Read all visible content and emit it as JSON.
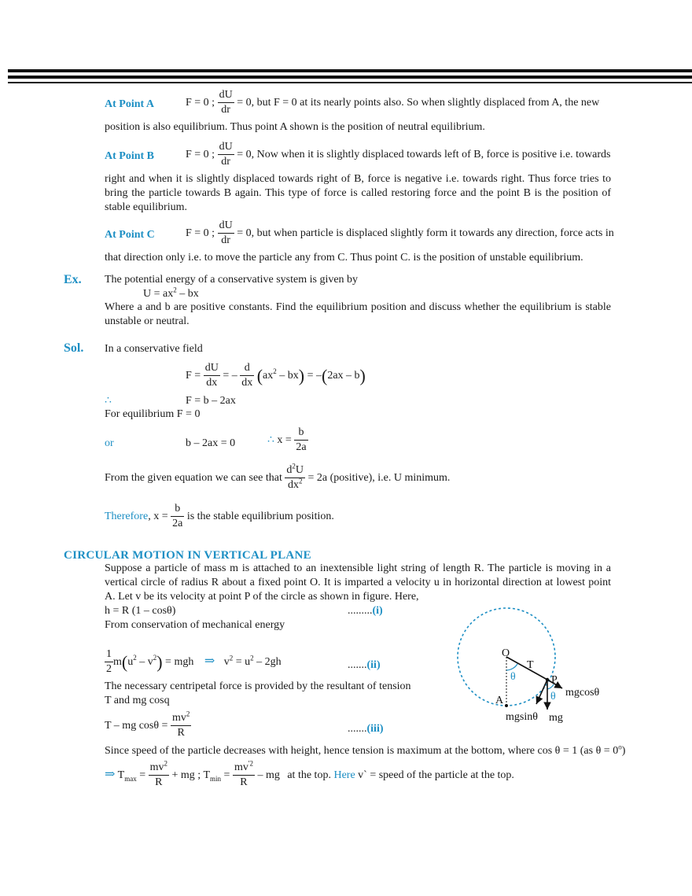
{
  "pointA": {
    "label": "At Point A",
    "eq_start": "F = 0 ;",
    "num": "dU",
    "den": "dr",
    "eq_end": "= 0",
    "text1": ", but F = 0 at its nearly points also. So when slightly  displaced from A, the new",
    "text2": "position is also equilibrium. Thus point A shown is the position of neutral equilibrium."
  },
  "pointB": {
    "label": "At Point B",
    "eq_start": "F = 0 ;",
    "num": "dU",
    "den": "dr",
    "eq_end": "= 0",
    "text1": ", Now when it is slightly displaced towards left of B, force is positive i.e. towards",
    "text2": "right and when it is slightly displaced towards right of B, force is negative i.e. towards right. Thus force tries to bring the particle towards B again. This type of force is called restoring force and the point B is the position of stable equilibrium."
  },
  "pointC": {
    "label": "At Point C",
    "eq_start": "F = 0 ;",
    "num": "dU",
    "den": "dr",
    "eq_end": "= 0",
    "text1": ", but when particle is displaced slightly form it towards any direction, force acts in",
    "text2": "that direction only i.e. to move the particle any from C. Thus point C. is the position of unstable equilibrium."
  },
  "example": {
    "label": "Ex.",
    "line1": "The potential energy of a conservative system is given by",
    "eq_pre": "U = ax",
    "eq_sup": "2",
    "eq_post": " – bx",
    "line3": "Where a and b are positive constants. Find the equilibrium position and discuss whether the equilibrium is stable unstable or neutral."
  },
  "solution": {
    "label": "Sol.",
    "intro": "In a conservative field",
    "f_eq": "F =",
    "f_num": "dU",
    "f_den": "dx",
    "f_mid": "= –",
    "d_num": "d",
    "d_den": "dx",
    "f_paren_pre": "ax",
    "f_paren_sup": "2",
    "f_paren_post": " – bx",
    "f_tail_pre": "= –",
    "f_tail_inner": "2ax – b",
    "therefore": "∴",
    "f_result": "F = b – 2ax",
    "for_eq": "For equilibrium  F  =  0",
    "or": "or",
    "b_eq": "b – 2ax = 0",
    "therefore2": "∴",
    "x_eq": "x =",
    "x_num": "b",
    "x_den": "2a",
    "from_given": "From the given equation we can see that",
    "d2_num_pre": "d",
    "d2_num_sup": "2",
    "d2_num_post": "U",
    "d2_den_pre": "dx",
    "d2_den_sup": "2",
    "d2_result": "= 2a (positive), i.e. U minimum.",
    "therefore_word": "Therefore",
    "thr_x": ", x =",
    "thr_num": "b",
    "thr_den": "2a",
    "thr_end": "is the stable equilibrium position."
  },
  "circular": {
    "title": "CIRCULAR MOTION IN VERTICAL PLANE",
    "para": "Suppose a particle of mass m is attached to an inextensible light string of length R. The particle is moving in a vertical circle of radius R about a fixed point O. It is imparted a velocity u in horizontal direction at lowest point A. Let v be its velocity at point P of the circle as shown in figure. Here,",
    "h_eq": "h = R (1 – cosθ)",
    "h_dots": ".........",
    "h_tag": "(i)",
    "conservation": "From conservation of mechanical energy",
    "e_num": "1",
    "e_den": "2",
    "e_m": "m",
    "e_inner_pre": "u",
    "e_inner_sup1": "2",
    "e_inner_mid": " – v",
    "e_inner_sup2": "2",
    "e_rhs": "= mgh",
    "e_arrow": "⇒",
    "v_pre": "v",
    "v_sup": "2",
    "v_mid": " = u",
    "v_sup2": "2",
    "v_post": " – 2gh",
    "v_dots": ".......",
    "v_tag": "(ii)",
    "centripetal1": "The necessary centripetal force is provided by the resultant of tension",
    "centripetal2": "T and mg  cosq",
    "t_pre": "T – mg cosθ  =",
    "t_num_pre": "mv",
    "t_num_sup": "2",
    "t_den": "R",
    "t_dots": ".......",
    "t_tag": "(iii)",
    "speed_line": "Since speed of the particle decreases with height, hence tension is maximum at the bottom, where cos θ = 1 (as θ  = 0",
    "speed_sup": "o",
    "speed_end": ")",
    "tm_arrow": "⇒",
    "tmax_T": "T",
    "tmax_sub": "max",
    "tmax_eq": "=",
    "tmax_num_pre": "mv",
    "tmax_num_sup": "2",
    "tmax_den": "R",
    "tmax_plus": "+ mg  ;",
    "tmin_T": "T",
    "tmin_sub": "min",
    "tmin_eq": "=",
    "tmin_num_pre": "mv",
    "tmin_num_sup": "'2",
    "tmin_den": "R",
    "tmin_minus": "– mg",
    "tmin_at": "at the top.",
    "here": "Here",
    "here_end": "v`  = speed of the particle at the top."
  },
  "figure": {
    "O": "O",
    "T": "T",
    "theta1": "θ",
    "P": "P",
    "theta2": "θ",
    "A": "A",
    "mgcos": "mgcosθ",
    "mgsin": "mgsinθ",
    "mg": "mg",
    "accent_color": "#1d8fc4"
  }
}
